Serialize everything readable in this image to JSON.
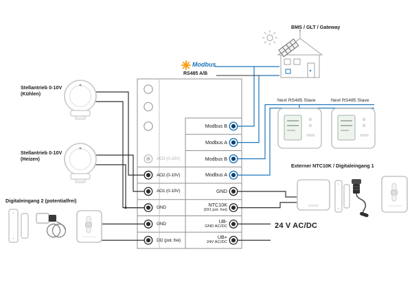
{
  "colors": {
    "modbus_blue": "#1b75bb",
    "wire_dark": "#2e2e2e",
    "inactive_gray": "#b5b5b5",
    "modbus_star_orange": "#f6a21c"
  },
  "top": {
    "bms_label": "BMS / GLT / Gateway",
    "modbus_logo_text": "Modbus",
    "rs485_label": "RS485 A/B"
  },
  "left_devices": {
    "actuator_cool_line1": "Stellantrieb 0-10V",
    "actuator_cool_line2": "(Kühlen)",
    "actuator_heat_line1": "Stellantrieb 0-10V",
    "actuator_heat_line2": "(Heizen)",
    "digital_input_label": "Digitaleingang 2 (potentialfrei)"
  },
  "controller": {
    "left_terminals": [
      {
        "label": "AO3 (0-10V)",
        "state": "inactive"
      },
      {
        "label": "AO2 (0-10V)",
        "state": "active"
      },
      {
        "label": "AO1 (0-10V)",
        "state": "active"
      },
      {
        "label": "GND",
        "state": "active"
      },
      {
        "label": "GND",
        "state": "active"
      },
      {
        "label": "DI2 (pot. frei)",
        "state": "active"
      }
    ],
    "right_terminals": [
      {
        "label": "Modbus B",
        "type": "modbus"
      },
      {
        "label": "Modbus A",
        "type": "modbus"
      },
      {
        "label": "Modbus B",
        "type": "modbus"
      },
      {
        "label": "Modbus A",
        "type": "modbus"
      },
      {
        "label": "GND",
        "type": "power"
      },
      {
        "label": "NTC10K",
        "sub": "(DI1 pot. frei)",
        "type": "power"
      },
      {
        "label": "UB-",
        "sub": "GND AC/DC",
        "type": "power"
      },
      {
        "label": "UB+",
        "sub": "24V AC/DC",
        "type": "power"
      }
    ]
  },
  "right_devices": {
    "slave1_label": "Next RS485 Slave",
    "slave2_label": "Next RS485 Slave",
    "sensor_group_label": "Externer NTC10K / Digitaleingang 1",
    "power_label": "24 V AC/DC"
  }
}
